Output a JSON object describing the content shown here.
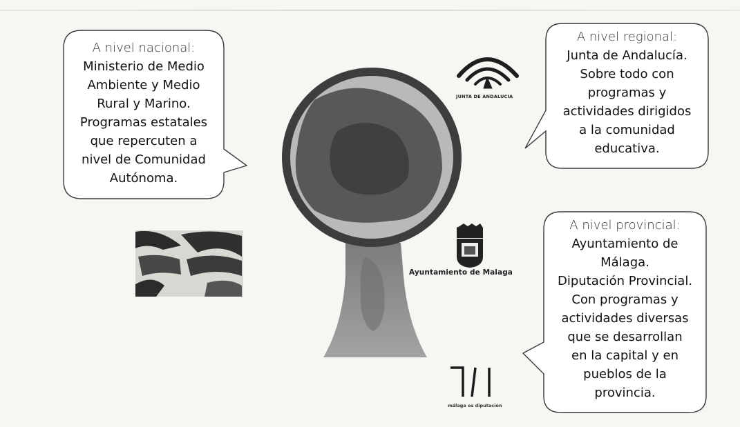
{
  "bubbles": {
    "national": {
      "lead": "A nivel nacional:",
      "lines": [
        "Ministerio de Medio",
        "Ambiente y Medio",
        "Rural y Marino.",
        "Programas estatales",
        "que repercuten a",
        "nivel de Comunidad",
        "Autónoma."
      ]
    },
    "regional": {
      "lead": "A nivel regional:",
      "lines": [
        "Junta de Andalucía.",
        "Sobre todo con",
        "programas y",
        "actividades dirigidos",
        "a la comunidad",
        "educativa."
      ]
    },
    "provincial": {
      "lead": "A nivel provincial:",
      "lines": [
        "Ayuntamiento de",
        "Málaga.",
        "Diputación Provincial.",
        "Con programas y",
        "actividades diversas",
        "que se desarrollan",
        "en la capital y en",
        "pueblos de la",
        "provincia."
      ]
    }
  },
  "logos": {
    "junta": {
      "icon": "junta-de-andalucia-logo",
      "text": "JUNTA DE ANDALUCIA"
    },
    "ayuntamiento": {
      "icon": "ayuntamiento-de-malaga-shield",
      "text": "Ayuntamiento de Malaga"
    },
    "diputacion": {
      "icon": "diputacion-malaga-logo",
      "text": "málaga es diputación"
    },
    "ministerio": {
      "icon": "ministerio-logo"
    }
  },
  "colors": {
    "outer_ring": "#3d3d3d",
    "light_ring": "#b9b9b9",
    "mid_blob": "#585858",
    "dark_core": "#404040",
    "stem": "#8a8a8a",
    "background": "#f7f6f3"
  }
}
